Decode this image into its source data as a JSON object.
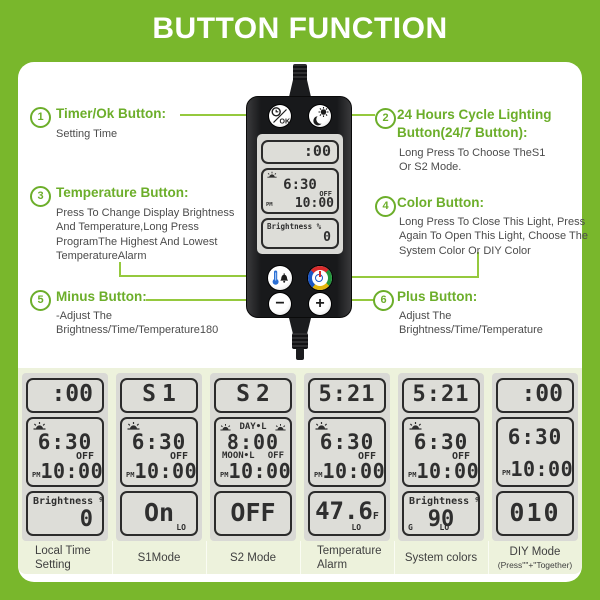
{
  "header": {
    "title": "BUTTON FUNCTION"
  },
  "callouts": [
    {
      "num": "1",
      "title": "Timer/Ok Button:",
      "desc": "Setting Time"
    },
    {
      "num": "2",
      "title": "24 Hours Cycle Lighting Button(24/7 Button):",
      "desc": "Long Press To Choose TheS1 Or S2 Mode."
    },
    {
      "num": "3",
      "title": "Temperature Button:",
      "desc": "Press To Change Display Brightness And Temperature,Long Press ProgramThe Highest And Lowest TemperatureAlarm"
    },
    {
      "num": "4",
      "title": "Color Button:",
      "desc": "Long Press To Close This Light, Press Again To Open This Light, Choose The System Color Or DIY Color"
    },
    {
      "num": "5",
      "title": "Minus Button:",
      "desc": "-Adjust The Brightness/Time/Temperature180"
    },
    {
      "num": "6",
      "title": "Plus Button:",
      "desc": "Adjust The Brightness/Time/Temperature"
    }
  ],
  "device": {
    "timer_ok_label": "OK",
    "minus_label": "−",
    "plus_label": "+",
    "screen": {
      "time": ":00",
      "on_time": "6:30",
      "off_flag": "OFF",
      "ampm": "PM",
      "off_time": "10:00",
      "brightness_label": "Brightness %",
      "brightness_value": "0"
    },
    "icons": {
      "timer": "clock-ok-icon",
      "cycle": "sun-moon-icon",
      "temperature": "thermometer-bell-icon",
      "color": "power-color-ring-icon",
      "minus": "minus-icon",
      "plus": "plus-icon"
    }
  },
  "panels": [
    {
      "top": ":00",
      "mid": {
        "on_time": "6:30",
        "off_flag": "OFF",
        "ampm": "PM",
        "off_time": "10:00"
      },
      "bottom": {
        "label": "Brightness %",
        "value": "0"
      },
      "caption": "Local Time Setting"
    },
    {
      "top": "S1",
      "mid": {
        "on_time": "6:30",
        "off_flag": "OFF",
        "ampm": "PM",
        "off_time": "10:00"
      },
      "bottom": {
        "value": "On",
        "sub": "LO"
      },
      "caption": "S1Mode"
    },
    {
      "top": "S2",
      "mid": {
        "day_label": "DAY•L",
        "on_time": "8:00",
        "moon_label": "MOON•L",
        "off_flag": "OFF",
        "ampm": "PM",
        "off_time": "10:00"
      },
      "bottom": {
        "value": "OFF"
      },
      "caption": "S2 Mode"
    },
    {
      "top": "5:21",
      "mid": {
        "on_time": "6:30",
        "off_flag": "OFF",
        "ampm": "PM",
        "off_time": "10:00"
      },
      "bottom": {
        "value": "47.6",
        "unit": "F",
        "sub": "LO"
      },
      "caption": "Temperature Alarm"
    },
    {
      "top": "5:21",
      "mid": {
        "on_time": "6:30",
        "off_flag": "OFF",
        "ampm": "PM",
        "off_time": "10:00"
      },
      "bottom": {
        "label": "Brightness %",
        "value": "90",
        "channel": "G",
        "sub": "LO"
      },
      "caption": "System colors"
    },
    {
      "top": ":00",
      "mid": {
        "on_time": "6:30",
        "ampm": "PM",
        "off_time": "10:00"
      },
      "bottom": {
        "value": "010"
      },
      "caption": "DIY Mode",
      "caption_sub": "(Press\"\"+\"Together)"
    }
  ],
  "colors": {
    "brand_green": "#79b72c",
    "title_green": "#6cae2a",
    "connector_green": "#95c93e",
    "strip_bg": "#edf2dc",
    "lcd_bg": "#d9d9d5"
  }
}
